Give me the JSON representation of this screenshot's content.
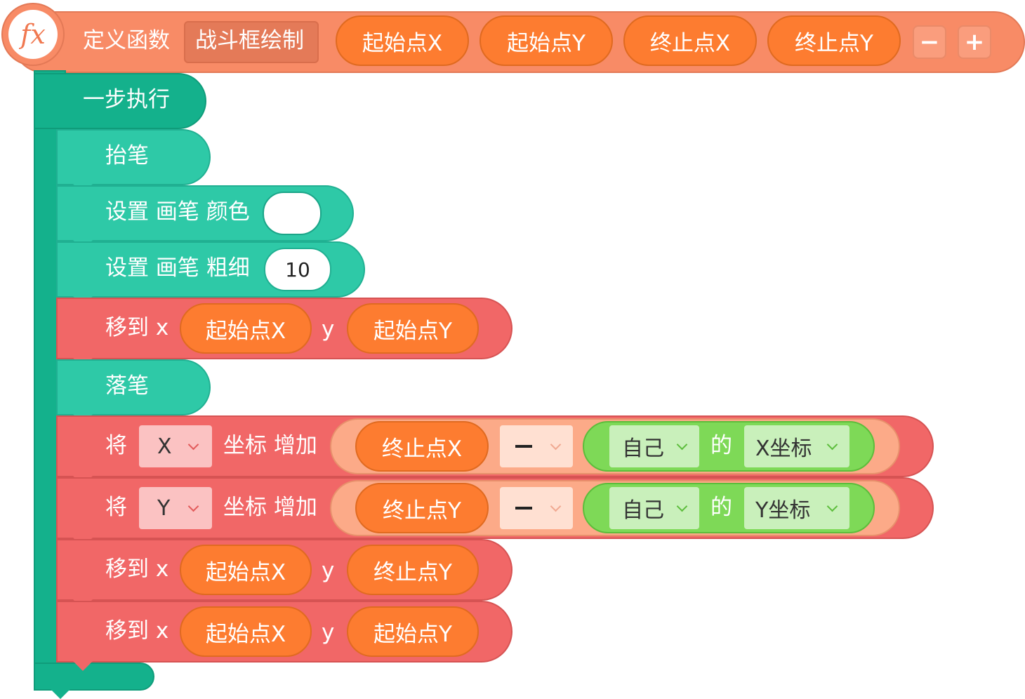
{
  "define": {
    "keyword": "定义函数",
    "name": "战斗框绘制",
    "params": [
      "起始点X",
      "起始点Y",
      "终止点X",
      "终止点Y"
    ],
    "remove_label": "−",
    "add_label": "+",
    "fx_label": "fx"
  },
  "atomic": {
    "label": "一步执行"
  },
  "pen_up": {
    "label": "抬笔"
  },
  "set_color": {
    "label": "设置 画笔 颜色",
    "value": "#ffffff"
  },
  "set_width": {
    "label": "设置 画笔 粗细",
    "value": "10"
  },
  "move1": {
    "label": "移到 x",
    "x": "起始点X",
    "ylabel": "y",
    "y": "起始点Y"
  },
  "pen_down": {
    "label": "落笔"
  },
  "inc_x": {
    "verb": "将",
    "axis": "X",
    "suffix": "坐标 增加",
    "operand": "终止点X",
    "op": "−",
    "target": "自己",
    "of": "的",
    "prop": "X坐标"
  },
  "inc_y": {
    "verb": "将",
    "axis": "Y",
    "suffix": "坐标 增加",
    "operand": "终止点Y",
    "op": "−",
    "target": "自己",
    "of": "的",
    "prop": "Y坐标"
  },
  "move2": {
    "label": "移到 x",
    "x": "起始点X",
    "ylabel": "y",
    "y": "终止点Y"
  },
  "move3": {
    "label": "移到 x",
    "x": "起始点X",
    "ylabel": "y",
    "y": "起始点Y"
  },
  "colors": {
    "define": "#f88b66",
    "param": "#fd7c30",
    "control": "#14b18c",
    "pen": "#2ec9a7",
    "motion": "#f16767",
    "operator": "#fcaa88",
    "sensing": "#7ed957"
  }
}
